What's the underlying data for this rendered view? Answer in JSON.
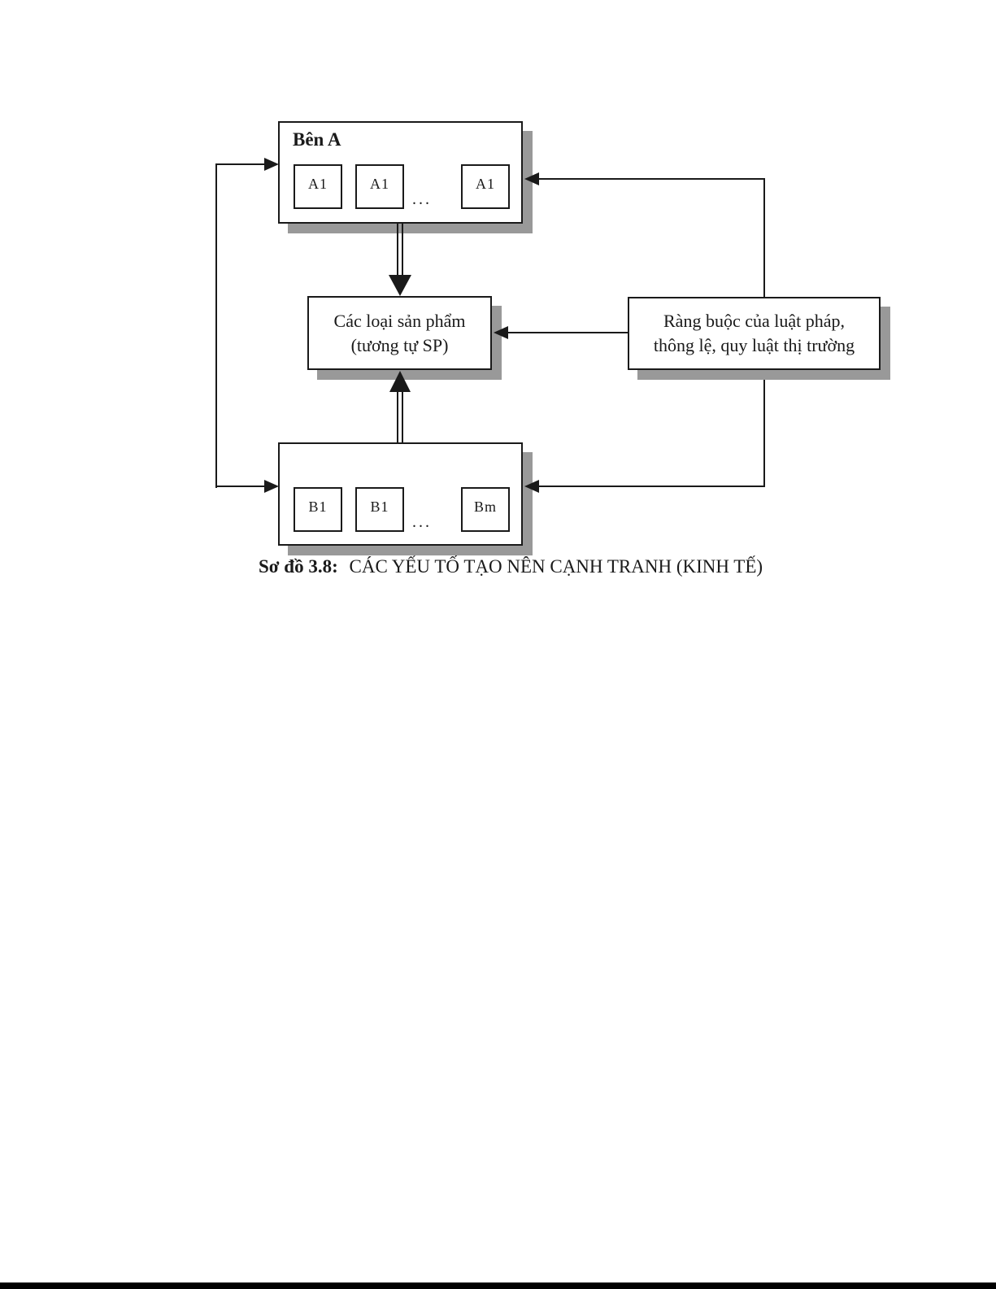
{
  "colors": {
    "line": "#1a1a1a",
    "shadow": "#999999",
    "box_background": "#ffffff",
    "page_background": "#ffffff",
    "bottom_bar": "#000000"
  },
  "diagram": {
    "box_a": {
      "title": "Bên A",
      "items": [
        "A1",
        "A1",
        "A1"
      ],
      "ellipsis": "..."
    },
    "box_products": {
      "line1": "Các loại sản phẩm",
      "line2": "(tương tự SP)"
    },
    "box_constraints": {
      "line1": "Ràng buộc của luật pháp,",
      "line2": "thông lệ, quy luật thị trường"
    },
    "box_b": {
      "items": [
        "B1",
        "B1",
        "Bm"
      ],
      "ellipsis": "..."
    },
    "caption": {
      "label": "Sơ đồ 3.8:",
      "title": "CÁC YẾU TỐ TẠO NÊN CẠNH TRANH (KINH TẾ)"
    }
  }
}
